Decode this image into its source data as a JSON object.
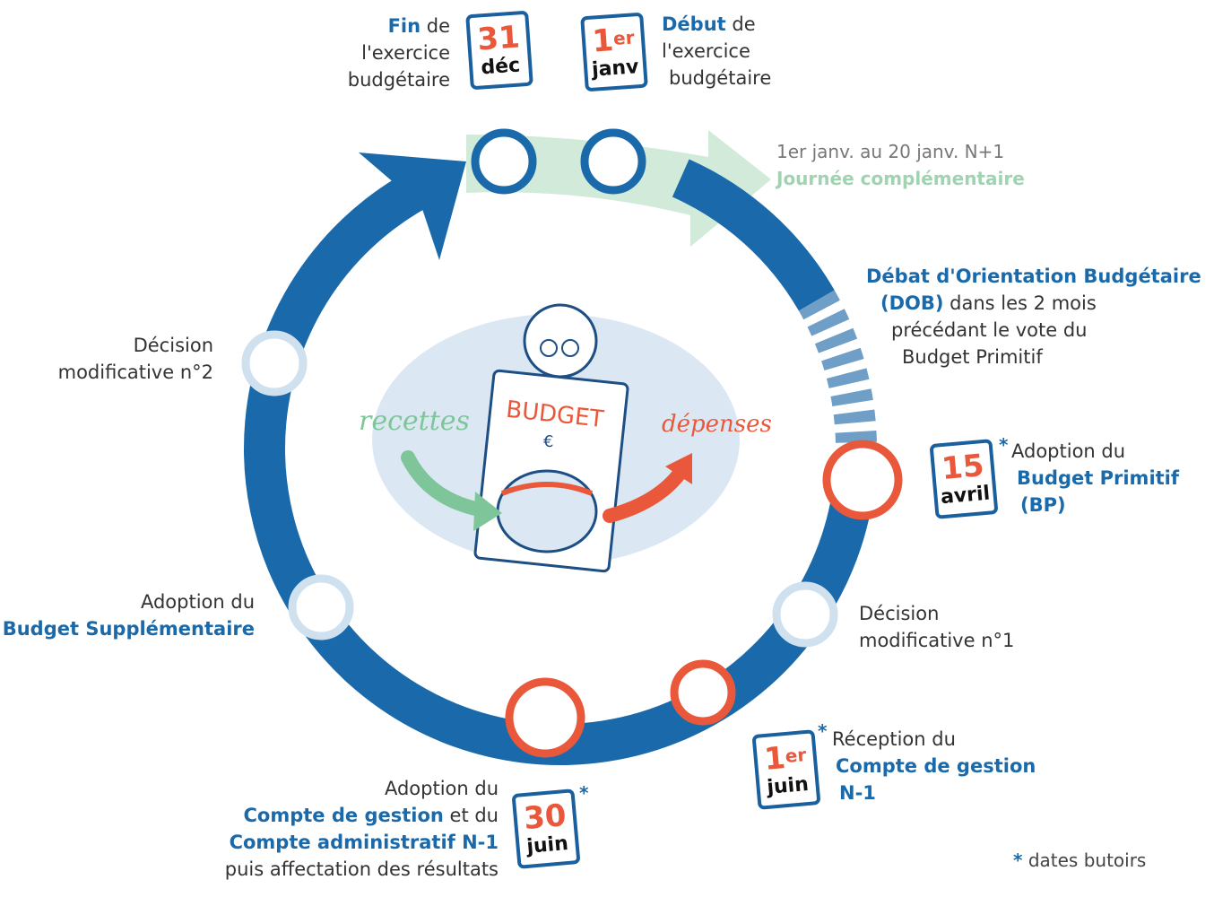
{
  "colors": {
    "ring": "#1a6aab",
    "ring_light": "#6f9ec6",
    "accent": "#e9583a",
    "complementary": "#cfe9d8",
    "milestone_light": "#cfe0ef"
  },
  "top": {
    "fin": {
      "strong": "Fin",
      "rest": " de",
      "line2": "l'exercice",
      "line3": "budgétaire"
    },
    "debut": {
      "strong": "Début",
      "rest": " de",
      "line2": "l'exercice",
      "line3": "budgétaire"
    },
    "cal_dec": {
      "num": "31",
      "month": "déc"
    },
    "cal_janv": {
      "num": "1",
      "sup": "er",
      "month": "janv"
    }
  },
  "complementary": {
    "line1": "1er janv. au 20 janv. N+1",
    "line2": "Journée complémentaire"
  },
  "dob": {
    "strong1": "Débat d'Orientation Budgétaire",
    "strong2": "(DOB)",
    "rest2": " dans les 2 mois",
    "line3": "précédant le vote du",
    "line4": "Budget Primitif"
  },
  "bp": {
    "cal_num": "15",
    "cal_month": "avril",
    "line1": "Adoption du",
    "strong2": "Budget Primitif",
    "strong3": "(BP)"
  },
  "dm1": {
    "line1": "Décision",
    "line2": "modificative n°1"
  },
  "dm2": {
    "line1": "Décision",
    "line2": "modificative n°2"
  },
  "bs": {
    "line1": "Adoption du",
    "strong2": "Budget Supplémentaire"
  },
  "cg_reception": {
    "cal_num": "1",
    "cal_sup": "er",
    "cal_month": "juin",
    "line1": "Réception du",
    "strong2": "Compte de gestion",
    "strong3": "N-1"
  },
  "ca": {
    "cal_num": "30",
    "cal_month": "juin",
    "line1": "Adoption du",
    "strong2": "Compte de gestion",
    "rest2": " et du",
    "strong3": "Compte administratif N-1",
    "line4": "puis affectation des résultats"
  },
  "star": "*",
  "footnote": "dates butoirs",
  "illustration": {
    "budget": "BUDGET",
    "recettes": "recettes",
    "depenses": "dépenses",
    "euro": "€"
  }
}
